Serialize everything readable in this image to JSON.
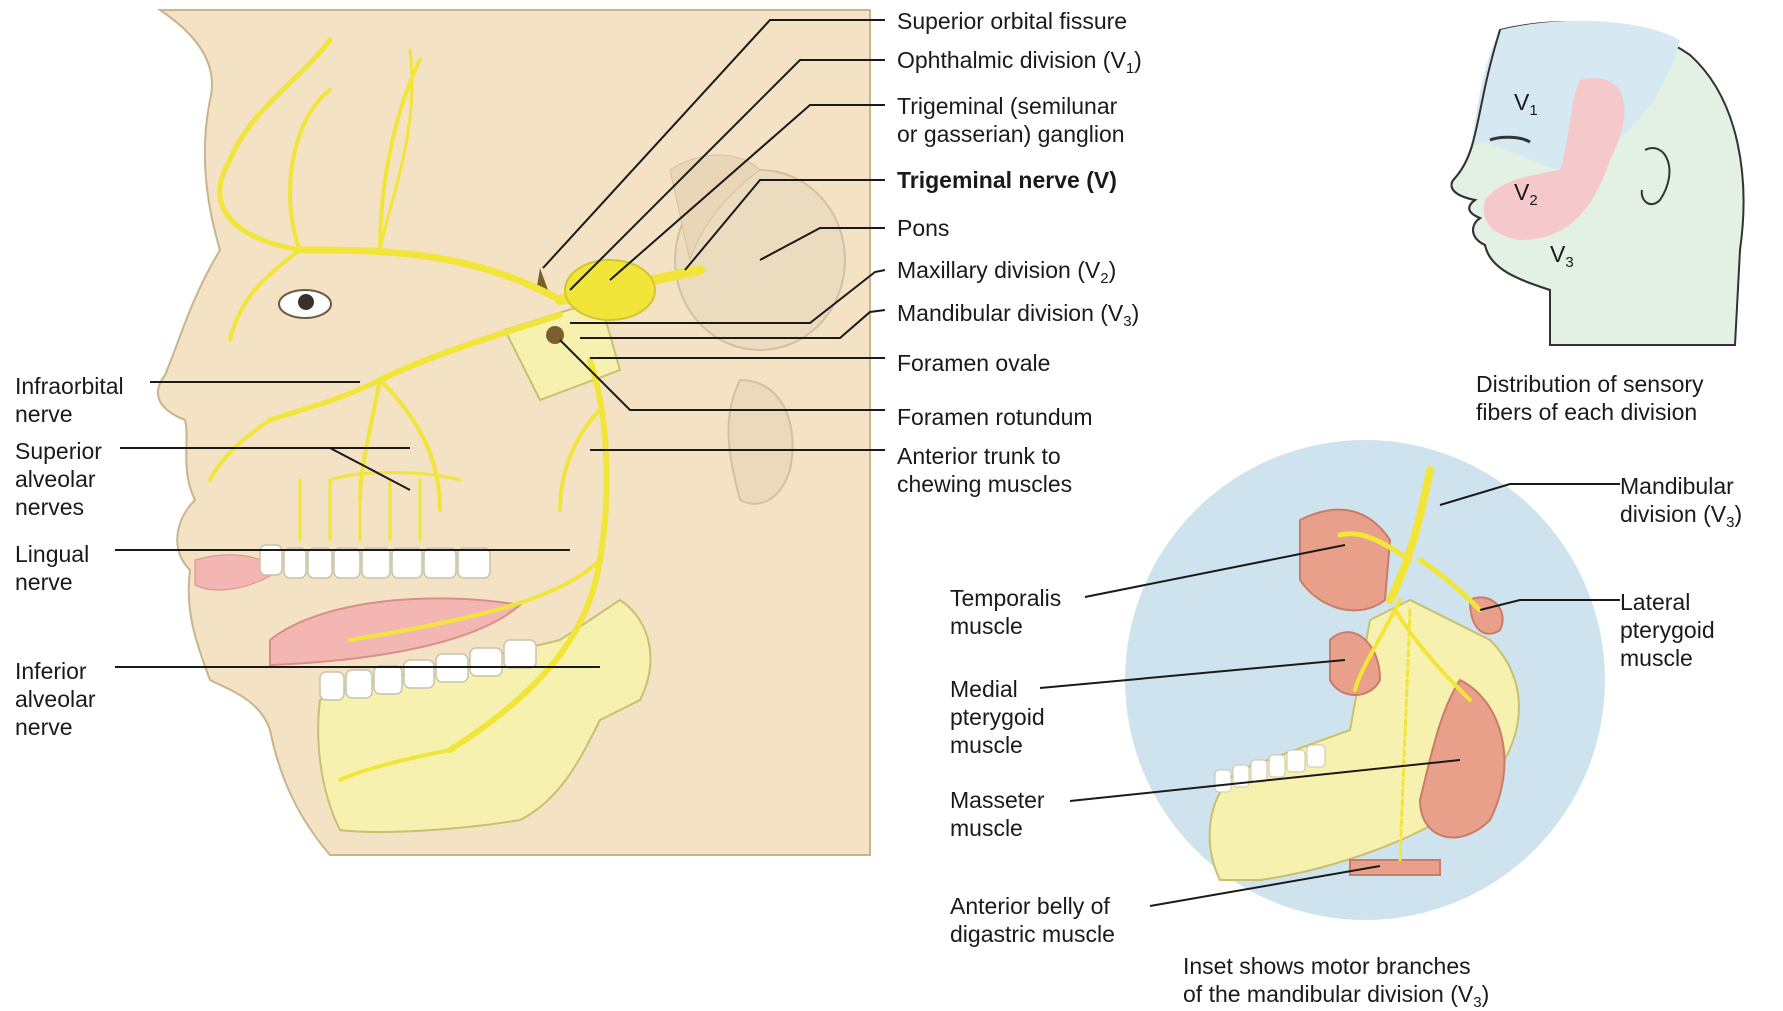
{
  "main_labels": {
    "superior_orbital_fissure": "Superior orbital fissure",
    "ophthalmic_division": "Ophthalmic division (V",
    "ophthalmic_sub": "1",
    "trigeminal_ganglion_1": "Trigeminal (semilunar",
    "trigeminal_ganglion_2": "or gasserian) ganglion",
    "trigeminal_nerve": "Trigeminal nerve (V)",
    "pons": "Pons",
    "maxillary_division": "Maxillary division (V",
    "maxillary_sub": "2",
    "mandibular_division": "Mandibular division (V",
    "mandibular_sub": "3",
    "foramen_ovale": "Foramen ovale",
    "foramen_rotundum": "Foramen rotundum",
    "anterior_trunk_1": "Anterior trunk to",
    "anterior_trunk_2": "chewing muscles"
  },
  "left_labels": {
    "infraorbital": "Infraorbital\nnerve",
    "superior_alveolar": "Superior\nalveolar\nnerves",
    "lingual": "Lingual\nnerve",
    "inferior_alveolar": "Inferior\nalveolar\nnerve"
  },
  "distribution": {
    "v1": "V",
    "v1_sub": "1",
    "v2": "V",
    "v2_sub": "2",
    "v3": "V",
    "v3_sub": "3",
    "caption": "Distribution of sensory\nfibers of each division"
  },
  "inset": {
    "mandibular_1": "Mandibular",
    "mandibular_2": "division (V",
    "mandibular_sub": "3",
    "temporalis": "Temporalis\nmuscle",
    "lateral_pterygoid": "Lateral\npterygoid\nmuscle",
    "medial_pterygoid": "Medial\npterygoid\nmuscle",
    "masseter": "Masseter\nmuscle",
    "digastric": "Anterior belly of\ndigastric muscle",
    "caption_1": "Inset shows motor branches",
    "caption_2": "of the mandibular division (V",
    "caption_sub": "3"
  },
  "colors": {
    "nerve": "#f2e53a",
    "skin": "#f3e2c4",
    "bone": "#f7f1b0",
    "muscle": "#e9a08a",
    "v1_region": "#d6e8f2",
    "v2_region": "#f5c9cc",
    "v3_region": "#e3f0e4",
    "inset_bg": "#cfe3ee"
  }
}
